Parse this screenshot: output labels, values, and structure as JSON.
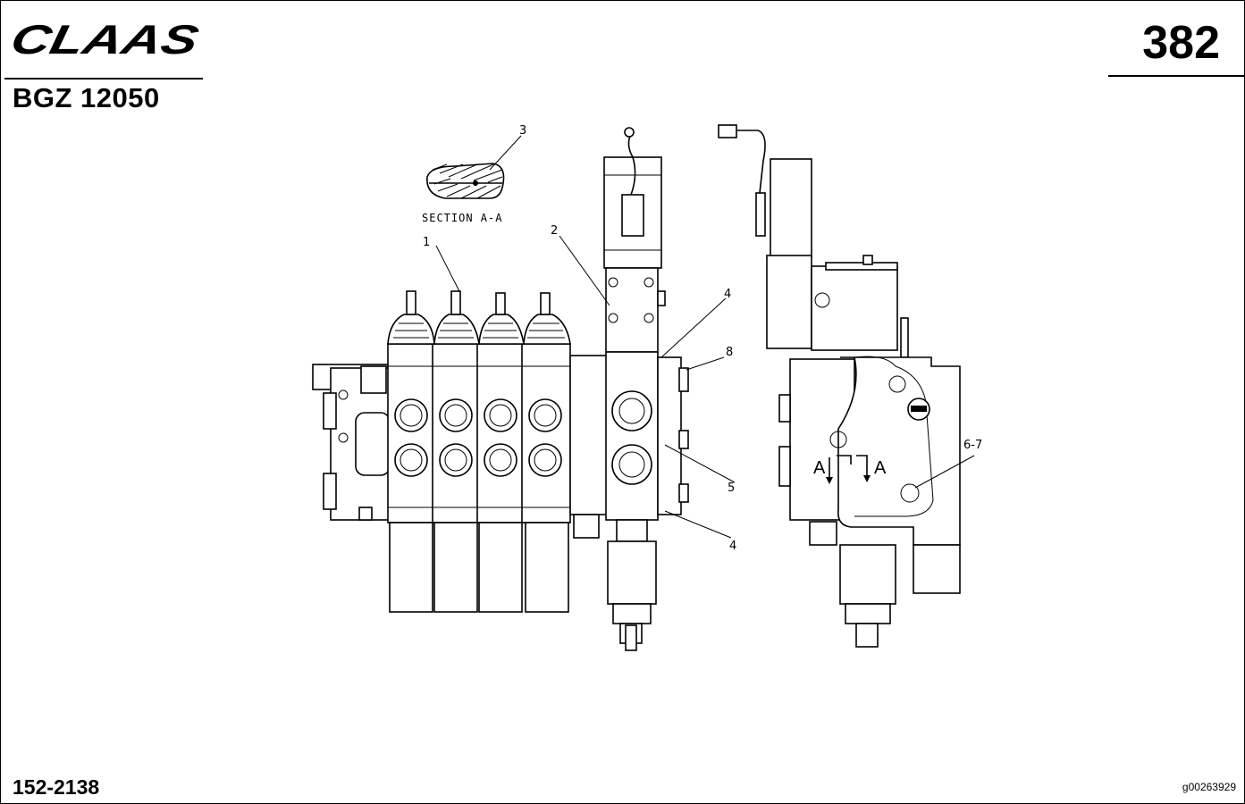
{
  "header": {
    "brand": "CLAAS",
    "doc_code": "BGZ 12050",
    "page_number": "382"
  },
  "footer": {
    "catalog_number": "152-2138",
    "image_id": "g00263929"
  },
  "drawing": {
    "section_label": "SECTION A-A",
    "callouts": {
      "c1": "1",
      "c2": "2",
      "c3": "3",
      "c4_top": "4",
      "c8": "8",
      "c5": "5",
      "c4_bottom": "4",
      "c6_7": "6-7"
    },
    "flow_markers": {
      "a_left": "A",
      "a_right": "A"
    }
  }
}
